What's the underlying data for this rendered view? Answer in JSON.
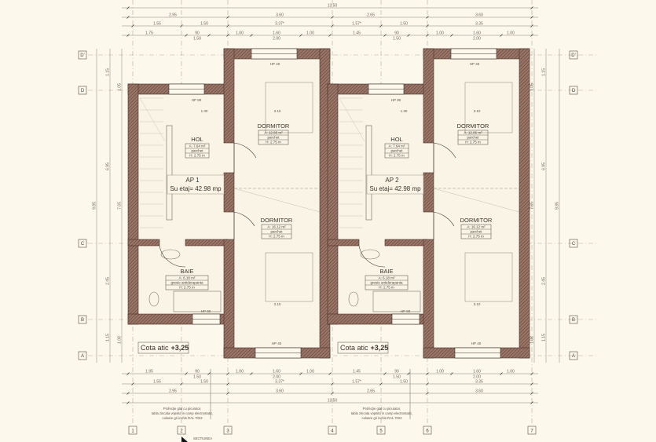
{
  "colors": {
    "background": "#fdf8ec",
    "wall": "#7d5a4e",
    "line": "#9a948a"
  },
  "axes": {
    "rows": [
      "D'",
      "D",
      "C",
      "B",
      "A"
    ],
    "columns": [
      "1",
      "2",
      "3",
      "4",
      "5",
      "6",
      "7"
    ]
  },
  "top_dims": {
    "total": "13.50",
    "row2": [
      "2.95",
      "3.60",
      "2.65",
      "3.60"
    ],
    "row3": [
      "1.55",
      "1.50",
      "3.37*",
      "1.57*",
      "1.50",
      "3.35"
    ],
    "row4": [
      "1.75",
      "90",
      "1.50",
      "1.00",
      "1.60",
      "2.00",
      "1.00",
      "1.45",
      "90",
      "1.50",
      "1.00",
      "1.60",
      "2.00",
      "1.00"
    ]
  },
  "bottom_dims": {
    "total": "13.50",
    "row2": [
      "2.95",
      "3.60",
      "2.65",
      "3.60"
    ],
    "row3": [
      "1.55",
      "1.50",
      "3.37*",
      "1.57*",
      "1.50",
      "3.35"
    ],
    "row4": [
      "1.95",
      "90",
      "1.50",
      "1.00",
      "1.60",
      "2.00",
      "1.00",
      "1.45",
      "90",
      "1.50",
      "1.00",
      "1.60",
      "2.00",
      "1.00"
    ]
  },
  "side_dims": {
    "outer": "9.85",
    "middle": [
      "1.15",
      "6.95",
      "2.45",
      "1.15"
    ],
    "inner": [
      "1.05",
      "7.65",
      "1.08"
    ]
  },
  "units": [
    {
      "ap": "AP 1",
      "area_total": "Su etaj= 42.98 mp",
      "hol": {
        "name": "HOL",
        "area": "A: 7.64 m²",
        "floor": "parchet",
        "height": "H: 2.75 m"
      },
      "dormitor1": {
        "name": "DORMITOR",
        "area": "A: 12.86 m²",
        "floor": "parchet",
        "height": "H: 2.75 m"
      },
      "dormitor2": {
        "name": "DORMITOR",
        "area": "A: 16.12 m²",
        "floor": "parchet",
        "height": "H: 2.75 m"
      },
      "baie": {
        "name": "BAIE",
        "area": "A: 6.18 m²",
        "floor": "gresie antiderapanta",
        "height": "H: 2.75 m"
      },
      "hp_top_hol": "HP 90",
      "hp_top_bed": "HP 40",
      "hp_bottom_baie": "HP 90",
      "hp_bottom_bed": "HP 40",
      "dim_bed": "3.10",
      "dim_bed2": "3.10",
      "dim_hol": "1.30",
      "cota_label": "Cota atic",
      "cota_value": "+3,25",
      "note": [
        "Profecție glaf cu picurator,",
        "tabla zincata vopsita in camp electrostatic,",
        "culoare gri inchis RAL 7022"
      ]
    },
    {
      "ap": "AP 2",
      "area_total": "Su etaj= 42.98 mp",
      "hol": {
        "name": "HOL",
        "area": "A: 7.64 m²",
        "floor": "parchet",
        "height": "H: 2.75 m"
      },
      "dormitor1": {
        "name": "DORMITOR",
        "area": "A: 12.86 m²",
        "floor": "parchet",
        "height": "H: 2.75 m"
      },
      "dormitor2": {
        "name": "DORMITOR",
        "area": "A: 16.12 m²",
        "floor": "parchet",
        "height": "H: 2.75 m"
      },
      "baie": {
        "name": "BAIE",
        "area": "A: 6.18 m²",
        "floor": "gresie antiderapanta",
        "height": "H: 2.75 m"
      },
      "hp_top_hol": "HP 90",
      "hp_top_bed": "HP 40",
      "hp_bottom_baie": "HP 90",
      "hp_bottom_bed": "HP 40",
      "dim_bed": "3.10",
      "dim_bed2": "3.10",
      "dim_hol": "1.30",
      "cota_label": "Cota atic",
      "cota_value": "+3,25",
      "note": [
        "Profecție glaf cu picurator,",
        "tabla zincata vopsita in camp electrostatic,",
        "culoare gri inchis RAL 7022"
      ]
    }
  ],
  "section_label": "SECTIUNEA"
}
